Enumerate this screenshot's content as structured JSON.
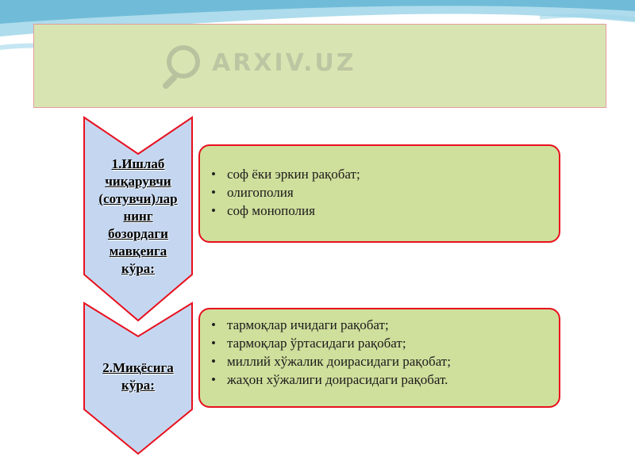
{
  "header": {
    "title": ""
  },
  "watermark": {
    "text": "ARXIV.UZ"
  },
  "colors": {
    "header_fill": "#d8e5b2",
    "chevron_fill": "#c5d7f0",
    "chevron_border": "#e8101e",
    "panel_fill": "#cfdf9c",
    "panel_border": "#e8101e",
    "wave": "#5fb3d4"
  },
  "diagram": {
    "groups": [
      {
        "label": "1.Ишлаб чиқарувчи (сотувчи)лар нинг бозордаги мавқеига кўра:",
        "label_lines": [
          "1.Ишлаб",
          "чиқарувчи",
          "(сотувчи)лар",
          "нинг",
          "бозордаги",
          "мавқеига",
          "кўра:"
        ],
        "items": [
          "соф ёки эркин рақобат;",
          "олигополия",
          "соф монополия"
        ]
      },
      {
        "label": "2.Миқёсига кўра:",
        "label_lines": [
          "2.Миқёсига",
          "кўра:"
        ],
        "items": [
          "тармоқлар ичидаги  рақобат;",
          "тармоқлар ўртасидаги рақобат;",
          "миллий хўжалик доирасидаги рақобат;",
          "жаҳон хўжалиги доирасидаги рақобат."
        ]
      }
    ]
  }
}
